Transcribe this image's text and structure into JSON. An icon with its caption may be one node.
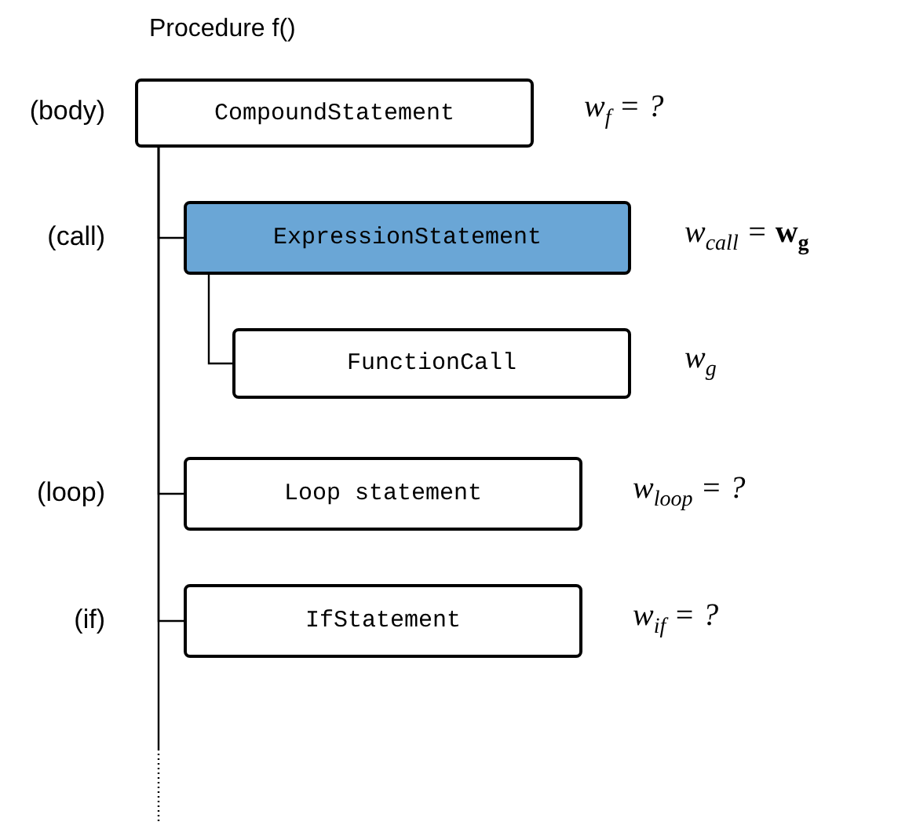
{
  "diagram": {
    "title": "Procedure f()",
    "nodes": [
      {
        "text": [
          "CompoundStatement"
        ],
        "beside": [
          "(body)",
          "w$_{f}$ = ?"
        ]
      },
      {
        "text": [
          "ExpressionStatement"
        ],
        "beside": [
          "(call)",
          "w$_{call}$ = **w**$_{g}$"
        ]
      },
      {
        "text": [
          "FunctionCall"
        ],
        "beside": [
          "w$_{g}$"
        ]
      },
      {
        "text": [
          "Loop statement"
        ],
        "beside": [
          "(loop)",
          "w$_{loop}$ = ?"
        ]
      },
      {
        "text": [
          "IfStatement"
        ],
        "beside": [
          "(if)",
          "w$_{if}$ = ?"
        ]
      }
    ],
    "edges": [
      {
        "from": 0,
        "to": 1,
        "arrow": "none"
      },
      {
        "from": 1,
        "to": 2,
        "arrow": "none"
      },
      {
        "from": 0,
        "to": 3,
        "arrow": "none"
      },
      {
        "from": 0,
        "to": 4,
        "arrow": "none"
      },
      {
        "from": 0,
        "to": null,
        "arrow": "none",
        "style": "dashed"
      }
    ]
  }
}
